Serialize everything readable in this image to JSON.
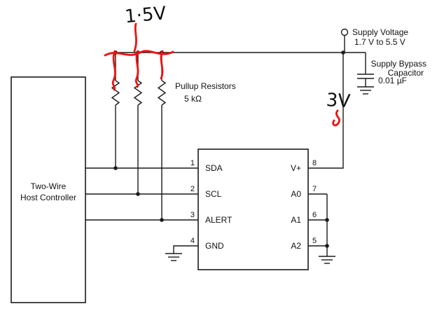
{
  "annotations": {
    "top_voltage": "1·5V",
    "vplus_voltage": "3V",
    "ink_color": "#ee1111"
  },
  "supply": {
    "title": "Supply Voltage",
    "range": "1.7 V to 5.5 V"
  },
  "bypass_cap": {
    "label_line1": "Supply Bypass",
    "label_line2": "Capacitor",
    "value": "0.01 µF"
  },
  "pullups": {
    "label": "Pullup Resistors",
    "value": "5 kΩ"
  },
  "host": {
    "label_line1": "Two-Wire",
    "label_line2": "Host Controller"
  },
  "ic": {
    "left_pins": [
      {
        "num": "1",
        "label": "SDA"
      },
      {
        "num": "2",
        "label": "SCL"
      },
      {
        "num": "3",
        "label": "ALERT"
      },
      {
        "num": "4",
        "label": "GND"
      }
    ],
    "right_pins": [
      {
        "num": "8",
        "label": "V+"
      },
      {
        "num": "7",
        "label": "A0"
      },
      {
        "num": "6",
        "label": "A1"
      },
      {
        "num": "5",
        "label": "A2"
      }
    ]
  }
}
